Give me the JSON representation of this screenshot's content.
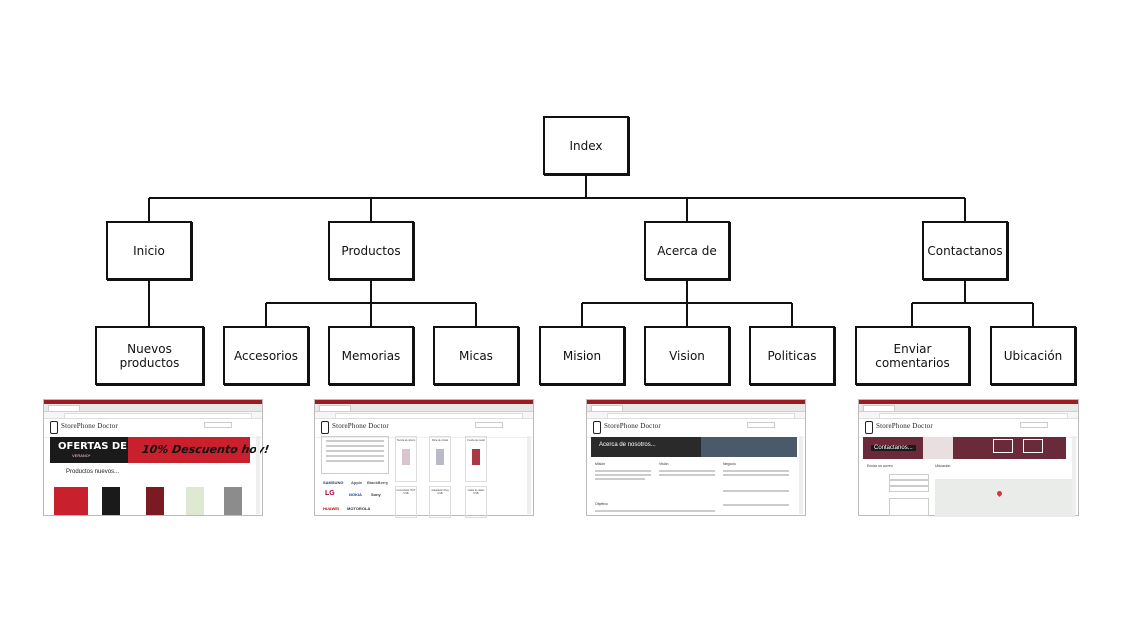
{
  "diagram": {
    "root": "Index",
    "level1": [
      "Inicio",
      "Productos",
      "Acerca de",
      "Contactanos"
    ],
    "level2": {
      "inicio": [
        "Nuevos productos"
      ],
      "productos": [
        "Accesorios",
        "Memorias",
        "Micas"
      ],
      "acerca": [
        "Mision",
        "Vision",
        "Politicas"
      ],
      "contactanos": [
        "Enviar comentarios",
        "Ubicación"
      ]
    }
  },
  "screenshots": {
    "brand": "StorePhone Doctor",
    "inicio": {
      "promo_title": "OFERTAS DE",
      "promo_sub": "VERANO*",
      "promo_right": "10% Descuento hoy!",
      "section_title": "Productos nuevos..."
    },
    "acerca": {
      "hero_caption": "Acerca de nosotros...",
      "col1": "Misión",
      "col2": "Visión",
      "col3": "Negocio",
      "col4": "Objetivo"
    },
    "contactanos": {
      "hero_caption": "Contactanos...",
      "col1": "Enviar un correo",
      "col2": "Ubicación"
    },
    "productos": {
      "card1": "Tienda de silicon",
      "card2": "Mica de cristal",
      "card3": "Funda de metal",
      "card4": "Convertidor OUT USB",
      "card5": "Adaptador Plug USB",
      "card6": "Cable de datos USB",
      "brands": [
        "SAMSUNG",
        "LG",
        "NOKIA",
        "HUAWEI",
        "MOTOROLA",
        "Apple",
        "Sony",
        "BlackBerry"
      ]
    }
  }
}
